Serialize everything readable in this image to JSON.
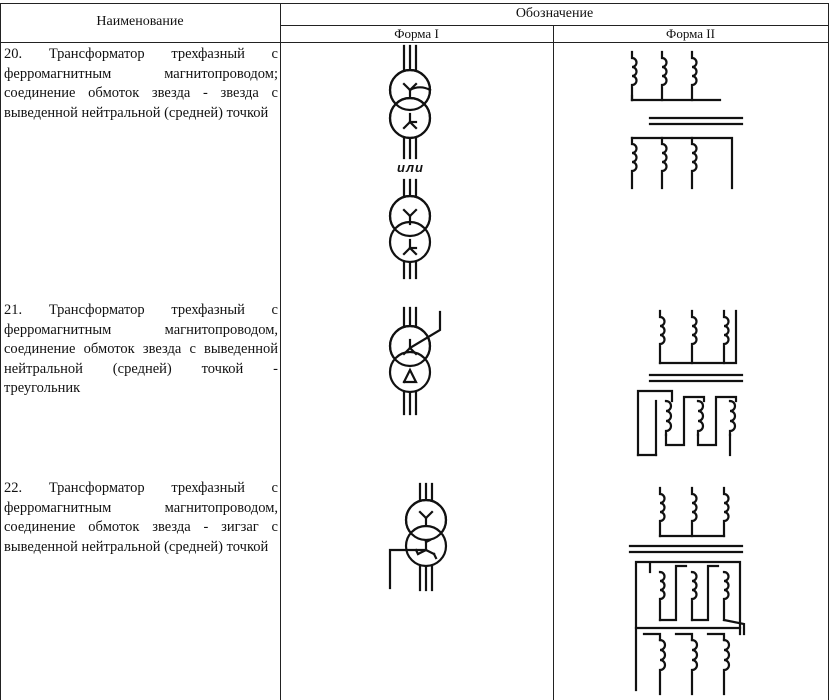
{
  "header": {
    "name_col": "Наименование",
    "designation_group": "Обозначение",
    "form1": "Форма I",
    "form2": "Форма II"
  },
  "rows": [
    {
      "name": "20. Трансформатор трехфазный с ферромагнитным магнитопроводом; соединение обмоток звезда - звезда с выведенной нейтральной (средней) точкой",
      "alt_separator": "или",
      "form1_symbols": [
        "star-star-transformer-icon",
        "star-star-transformer-icon"
      ],
      "form2_symbol": "three-phase-coil-diagram-icon"
    },
    {
      "name": "21. Трансформатор трехфазный с ферромагнитным магнитопроводом, соединение обмоток звезда с выведенной нейтральной (средней) точкой - треугольник",
      "form1_symbols": [
        "star-delta-transformer-icon"
      ],
      "form2_symbol": "three-phase-coil-diagram-icon"
    },
    {
      "name": "22. Трансформатор трехфазный с ферромагнитным магнитопроводом, соединение обмоток звезда - зигзаг с выведенной нейтральной (средней) точкой",
      "form1_symbols": [
        "star-zigzag-transformer-icon"
      ],
      "form2_symbol": "three-phase-coil-diagram-icon"
    }
  ]
}
